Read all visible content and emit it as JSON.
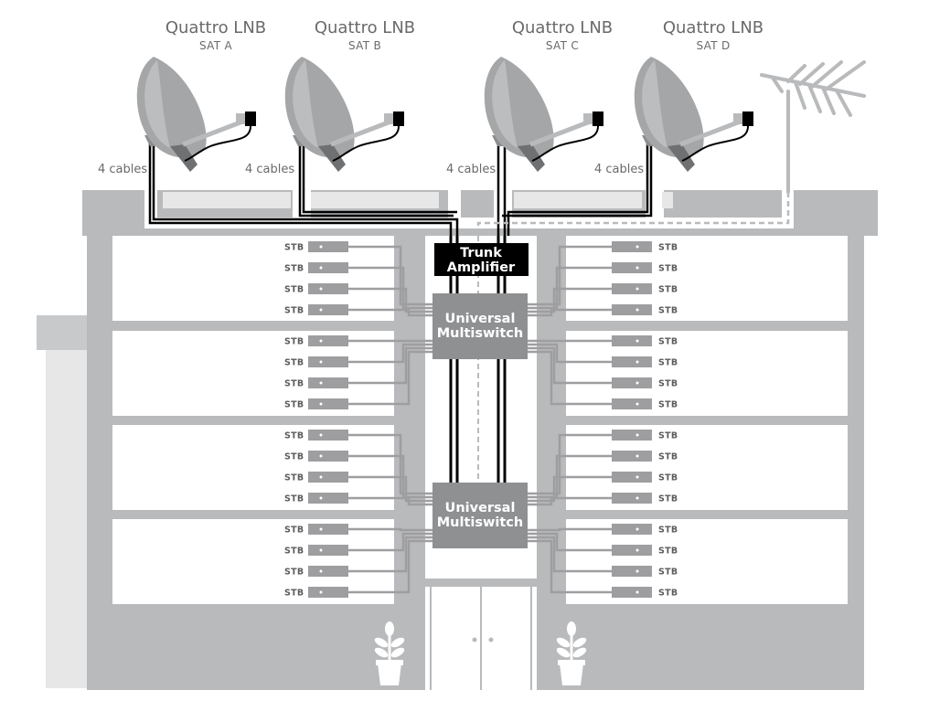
{
  "satellites": [
    {
      "title": "Quattro LNB",
      "sub": "SAT A",
      "cables": "4 cables"
    },
    {
      "title": "Quattro LNB",
      "sub": "SAT B",
      "cables": "4 cables"
    },
    {
      "title": "Quattro LNB",
      "sub": "SAT C",
      "cables": "4 cables"
    },
    {
      "title": "Quattro LNB",
      "sub": "SAT D",
      "cables": "4 cables"
    }
  ],
  "trunk_amplifier": {
    "line1": "Trunk",
    "line2": "Amplifier"
  },
  "multiswitches": [
    {
      "line1": "Universal",
      "line2": "Multiswitch"
    },
    {
      "line1": "Universal",
      "line2": "Multiswitch"
    }
  ],
  "stb_label": "STB",
  "floors": 4,
  "stb_per_side_per_floor": 4,
  "colors": {
    "building": "#b9babc",
    "building_light": "#e7e7e8",
    "white": "#ffffff",
    "device": "#9e9ea0",
    "multiswitch": "#8f9092",
    "amplifier": "#000000",
    "cable": "#000000",
    "text": "#6a6a6a"
  },
  "icons": [
    "satellite-dish-icon",
    "antenna-icon",
    "plant-icon",
    "door-icon"
  ]
}
